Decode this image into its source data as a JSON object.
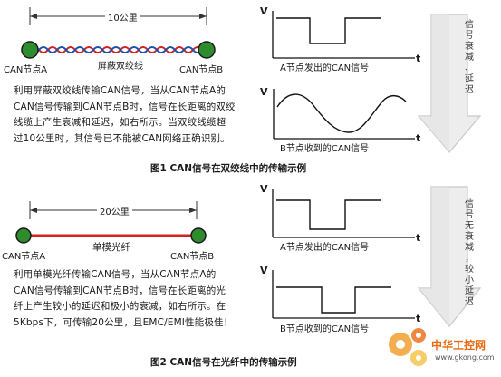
{
  "figure1": {
    "distance_label": "10公里",
    "cable_label": "屏蔽双绞线",
    "node_a_label": "CAN节点A",
    "node_b_label": "CAN节点B",
    "paragraph_lines": [
      "利用屏蔽双绞线传输CAN信号，当从CAN节点A的",
      "CAN信号传输到CAN节点B时，信号在长距离的双绞",
      "线缆上产生衰减和延迟，如右所示。当双绞线缆超",
      "过10公里时，其信号已不能被CAN网络正确识别。"
    ],
    "sent_axis_v": "V",
    "sent_axis_t": "t",
    "sent_caption": "A节点发出的CAN信号",
    "recv_axis_v": "V",
    "recv_axis_t": "t",
    "recv_caption": "B节点收到的CAN信号",
    "arrow_text": [
      "信",
      "号",
      "衰",
      "减",
      "、",
      "延",
      "迟"
    ],
    "caption": "图1   CAN信号在双绞线中的传输示例"
  },
  "figure2": {
    "distance_label": "20公里",
    "cable_label": "单模光纤",
    "node_a_label": "CAN节点A",
    "node_b_label": "CAN节点B",
    "paragraph_lines": [
      "利用单模光纤传输CAN信号，当从CAN节点A的",
      "CAN信号传输到CAN节点B时，信号在长距离的光",
      "纤上产生较小的延迟和极小的衰减，如右所示。在",
      "5Kbps下，可传输20公里，且EMC/EMI性能极佳！"
    ],
    "sent_axis_v": "V",
    "sent_axis_t": "t",
    "sent_caption": "A节点发出的CAN信号",
    "recv_axis_v": "V",
    "recv_axis_t": "t",
    "recv_caption": "B节点收到的CAN信号",
    "arrow_text": [
      "信",
      "号",
      "无",
      "衰",
      "减",
      "，",
      "较",
      "小",
      "延",
      "迟"
    ],
    "caption": "图2   CAN信号在光纤中的传输示例"
  },
  "watermark": {
    "name": "中华工控网",
    "url": "www.gkong.com"
  },
  "colors": {
    "node_green": "#2e8b2e",
    "pair_red": "#d42020",
    "pair_blue": "#1e4fae",
    "fiber_red": "#d42020",
    "arrow_gray": "#c8c8c8",
    "watermark_orange": "#e86a10"
  }
}
